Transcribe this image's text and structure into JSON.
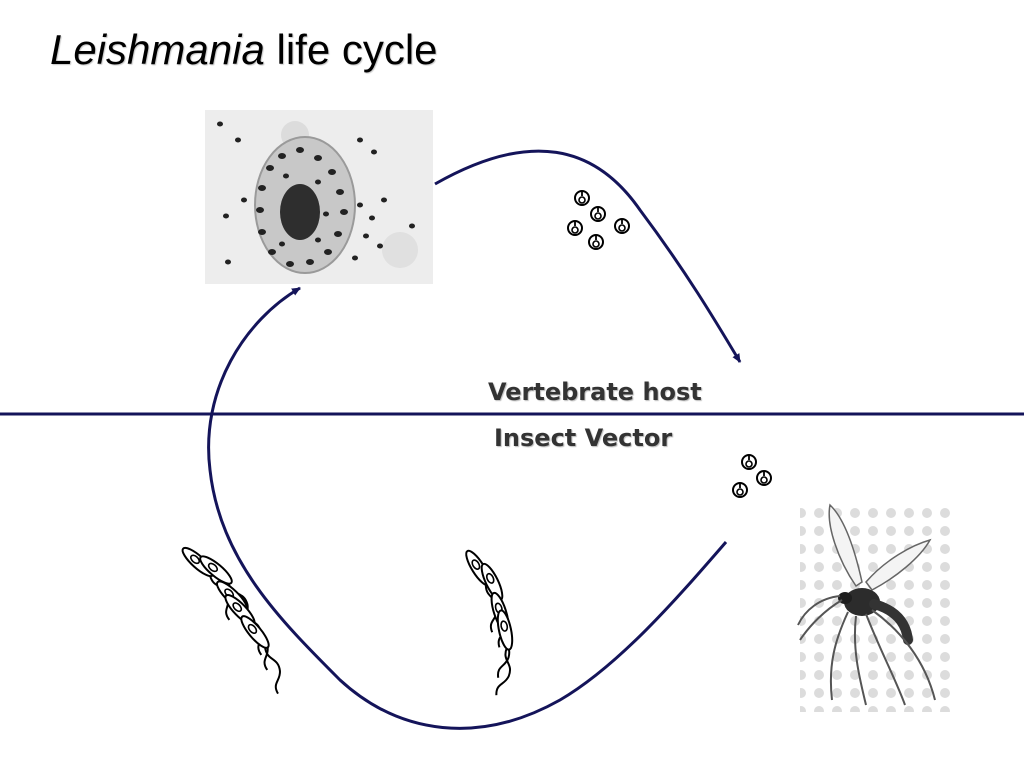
{
  "title": {
    "italic": "Leishmania",
    "rest": "life cycle"
  },
  "labels": {
    "vertebrate": "Vertebrate host",
    "insect": "Insect Vector"
  },
  "colors": {
    "cycle": "#14145a",
    "divider": "#14145a",
    "text": "#333333"
  },
  "images": {
    "macrophage": "macrophage-with-amastigotes-micrograph",
    "sandfly": "sandfly-vector-photo"
  },
  "stages": {
    "amastigotes": "amastigote-cluster",
    "promastigotes": "promastigote-cluster"
  }
}
